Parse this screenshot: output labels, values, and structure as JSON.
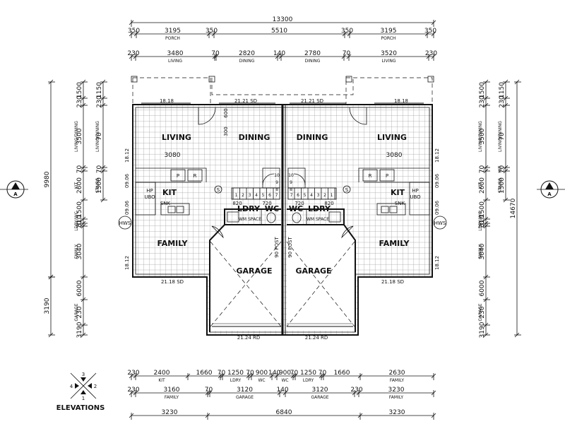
{
  "dims": {
    "overall": "13300",
    "top_row1": [
      "350",
      "3195",
      "350",
      "5510",
      "350",
      "3195",
      "350"
    ],
    "porch_left": "PORCH",
    "porch_right": "PORCH",
    "top_row2": [
      "230",
      "3480",
      "70",
      "2820",
      "140",
      "2780",
      "70",
      "3520",
      "230"
    ],
    "top_row2_sub": [
      "LIVING",
      "DINING",
      "DINING",
      "LIVING"
    ],
    "left_total": "9980",
    "left_lower": "3190",
    "left_col": [
      "1500",
      "230",
      "3500",
      "70",
      "2600",
      "1500",
      "310",
      "70",
      "3040",
      "6000",
      "230",
      "3190",
      "230"
    ],
    "left_col2": [
      "1150",
      "230",
      "70",
      "70",
      "1500"
    ],
    "left_labels": [
      "LIVING/DINING",
      "KIT",
      "LDRY/WC",
      "FAMILY",
      "GARAGE"
    ],
    "left_labels2": [
      "LIVING/DINING",
      "STAIRS"
    ],
    "right_total": "14670",
    "right_col": [
      "1500",
      "230",
      "3500",
      "70",
      "2600",
      "1500",
      "310",
      "70",
      "3040",
      "6000",
      "230",
      "3190",
      "230"
    ],
    "right_col2": [
      "1150",
      "230",
      "70",
      "70",
      "1500"
    ],
    "right_labels": [
      "LIVING/DINING",
      "KIT",
      "LDRY/WC",
      "FAMILY",
      "GARAGE"
    ],
    "right_labels2": [
      "LIVING/DINING",
      "STAIRS",
      "KIT"
    ],
    "bottom_row1": [
      "230",
      "2400",
      "1660",
      "70",
      "1250",
      "70",
      "900",
      "140",
      "900",
      "70",
      "1250",
      "70",
      "1660",
      "2630"
    ],
    "bottom_row1_sub": [
      "KIT",
      "LDRY",
      "WC",
      "WC",
      "LDRY",
      "FAMILY"
    ],
    "bottom_row2": [
      "230",
      "3160",
      "70",
      "3120",
      "140",
      "3120",
      "230",
      "3230"
    ],
    "bottom_row2_sub": [
      "FAMILY",
      "GARAGE",
      "GARAGE",
      "FAMILY"
    ],
    "bottom_row3": [
      "3230",
      "6840",
      "3230"
    ]
  },
  "rooms": {
    "living_l": "LIVING",
    "living_r": "LIVING",
    "dining_l": "DINING",
    "dining_r": "DINING",
    "kit_l": "KIT",
    "kit_r": "KIT",
    "family_l": "FAMILY",
    "family_r": "FAMILY",
    "garage_l": "GARAGE",
    "garage_r": "GARAGE",
    "ldry_l": "LDRY",
    "ldry_r": "LDRY",
    "wc_l": "WC",
    "wc_r": "WC"
  },
  "notes": {
    "sd_top_l": "18.18",
    "sd_top_m1": "21.21 SD",
    "sd_top_m2": "21.21 SD",
    "sd_top_r": "18.18",
    "sd_bot_l": "21.18 SD",
    "sd_bot_r": "21.18 SD",
    "rd_l": "21.24 RD",
    "rd_r": "21.24 RD",
    "w_3080_l": "3080",
    "w_3080_r": "3080",
    "w_820_l": "820",
    "w_720_l": "720",
    "w_720_r": "720",
    "w_820_r": "820",
    "hp_l": "HP",
    "ubo_l": "UBO",
    "hp_r": "HP",
    "ubo_r": "UBO",
    "snk_l": "SNK",
    "snk_r": "SNK",
    "p_l": "P",
    "r_l": "R",
    "p_r": "P",
    "r_r": "R",
    "hws_l": "HWS",
    "hws_r": "HWS",
    "wm_l": "WM SPACE",
    "wm_r": "WM SPACE",
    "post_l": "90 POST",
    "post_r": "90 POST",
    "side_1812_a": "18.12",
    "side_0906_a": "09.06",
    "side_0906_b": "09.06",
    "side_1812_b": "18.12",
    "r300": "300",
    "r600": "600",
    "s_l": "S",
    "s_r": "S"
  },
  "stairs_l": [
    "1",
    "2",
    "3",
    "4",
    "5",
    "6",
    "7",
    "8",
    "9",
    "10"
  ],
  "stairs_r": [
    "1",
    "2",
    "3",
    "4",
    "5",
    "6",
    "7",
    "8",
    "9",
    "10"
  ],
  "marker_a": "A",
  "legend": {
    "title": "ELEVATIONS",
    "n1": "1",
    "n2": "2",
    "n3": "3",
    "n4": "4"
  }
}
